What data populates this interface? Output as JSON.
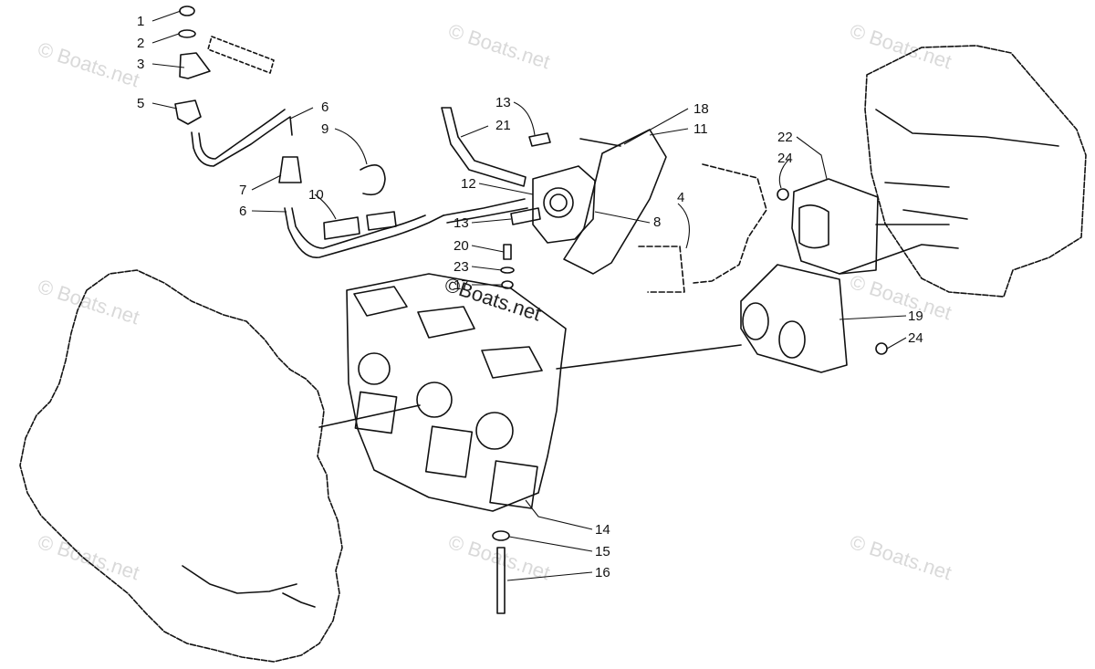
{
  "watermark": {
    "text": "© Boats.net",
    "color": "#d9d9d9",
    "prominent_text": "©Boats.net"
  },
  "callouts": [
    {
      "id": "c1",
      "label": "1"
    },
    {
      "id": "c2",
      "label": "2"
    },
    {
      "id": "c3",
      "label": "3"
    },
    {
      "id": "c5",
      "label": "5"
    },
    {
      "id": "c6a",
      "label": "6"
    },
    {
      "id": "c9",
      "label": "9"
    },
    {
      "id": "c7",
      "label": "7"
    },
    {
      "id": "c10",
      "label": "10"
    },
    {
      "id": "c6b",
      "label": "6"
    },
    {
      "id": "c13a",
      "label": "13"
    },
    {
      "id": "c21",
      "label": "21"
    },
    {
      "id": "c18",
      "label": "18"
    },
    {
      "id": "c11",
      "label": "11"
    },
    {
      "id": "c12",
      "label": "12"
    },
    {
      "id": "c4",
      "label": "4"
    },
    {
      "id": "c8",
      "label": "8"
    },
    {
      "id": "c13b",
      "label": "13"
    },
    {
      "id": "c20",
      "label": "20"
    },
    {
      "id": "c23",
      "label": "23"
    },
    {
      "id": "c17",
      "label": "17"
    },
    {
      "id": "c22",
      "label": "22"
    },
    {
      "id": "c24a",
      "label": "24"
    },
    {
      "id": "c19",
      "label": "19"
    },
    {
      "id": "c24b",
      "label": "24"
    },
    {
      "id": "c14",
      "label": "14"
    },
    {
      "id": "c15",
      "label": "15"
    },
    {
      "id": "c16",
      "label": "16"
    }
  ]
}
